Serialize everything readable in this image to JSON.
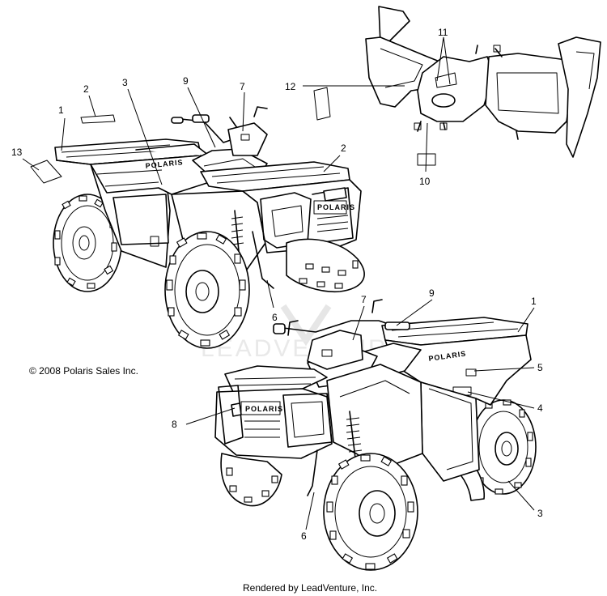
{
  "copyright": "© 2008 Polaris Sales Inc.",
  "footer": "Rendered by LeadVenture, Inc.",
  "watermark": "LEADVENTURE",
  "decal_brand": "POLARIS",
  "decal_brand_small": "POLARIS",
  "callouts": {
    "top_1": "1",
    "top_2a": "2",
    "top_3": "3",
    "top_9": "9",
    "top_7": "7",
    "top_12": "12",
    "top_11": "11",
    "top_13": "13",
    "top_2b": "2",
    "top_10": "10",
    "top_6": "6",
    "bot_7": "7",
    "bot_9": "9",
    "bot_1": "1",
    "bot_5": "5",
    "bot_4": "4",
    "bot_8": "8",
    "bot_3": "3",
    "bot_6": "6"
  }
}
